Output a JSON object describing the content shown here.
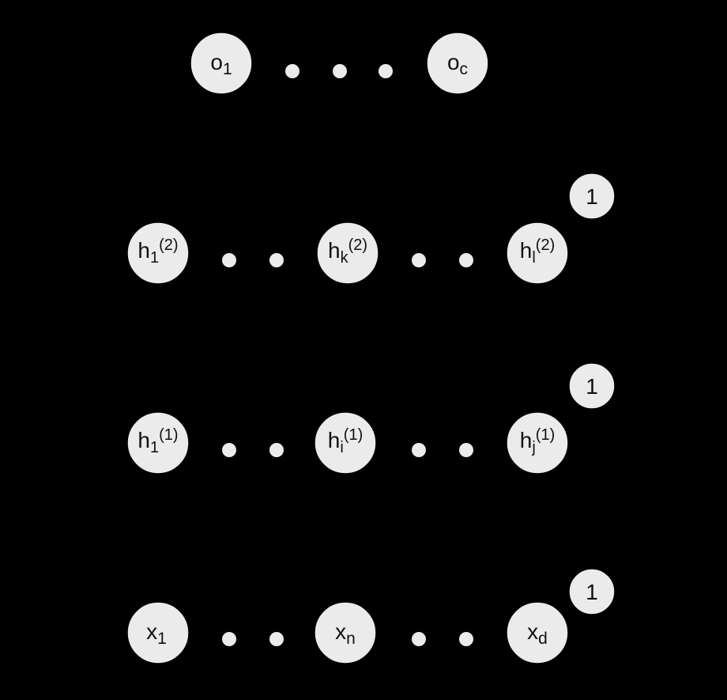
{
  "diagram": {
    "colors": {
      "background": "#000000",
      "node": "#ebebeb",
      "text": "#111111"
    },
    "layers": [
      {
        "id": "output",
        "nodes": [
          {
            "id": "o1",
            "base": "o",
            "sub": "1",
            "sup": ""
          },
          {
            "id": "oc",
            "base": "o",
            "sub": "c",
            "sup": ""
          }
        ]
      },
      {
        "id": "hidden-2",
        "nodes": [
          {
            "id": "h1-2",
            "base": "h",
            "sub": "1",
            "sup": "(2)"
          },
          {
            "id": "hk-2",
            "base": "h",
            "sub": "k",
            "sup": "(2)"
          },
          {
            "id": "hl-2",
            "base": "h",
            "sub": "l",
            "sup": "(2)"
          }
        ],
        "bias": "1"
      },
      {
        "id": "hidden-1",
        "nodes": [
          {
            "id": "h1-1",
            "base": "h",
            "sub": "1",
            "sup": "(1)"
          },
          {
            "id": "hi-1",
            "base": "h",
            "sub": "i",
            "sup": "(1)"
          },
          {
            "id": "hj-1",
            "base": "h",
            "sub": "j",
            "sup": "(1)"
          }
        ],
        "bias": "1"
      },
      {
        "id": "input",
        "nodes": [
          {
            "id": "x1",
            "base": "x",
            "sub": "1",
            "sup": ""
          },
          {
            "id": "xn",
            "base": "x",
            "sub": "n",
            "sup": ""
          },
          {
            "id": "xd",
            "base": "x",
            "sub": "d",
            "sup": ""
          }
        ],
        "bias": "1"
      }
    ]
  }
}
